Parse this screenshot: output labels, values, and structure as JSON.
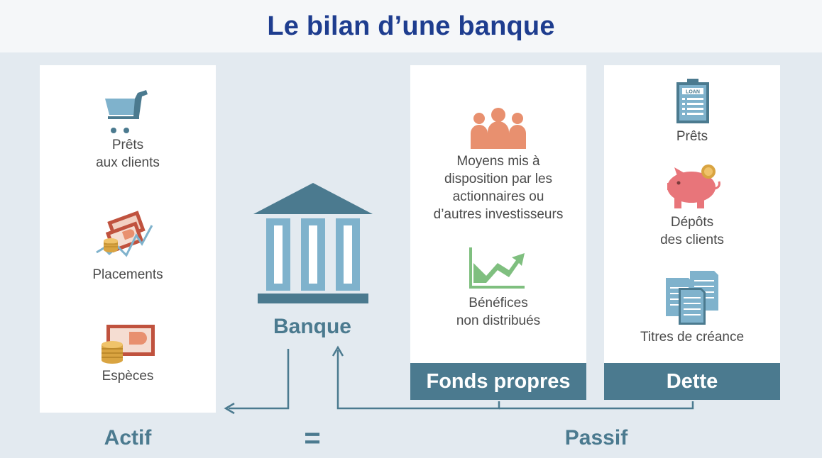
{
  "title": "Le bilan d’une banque",
  "actif": {
    "items": [
      {
        "label": "Prêts\naux clients",
        "icon": "shopping-cart-icon"
      },
      {
        "label": "Placements",
        "icon": "investments-icon"
      },
      {
        "label": "Espèces",
        "icon": "cash-coins-icon"
      }
    ]
  },
  "bank": {
    "label": "Banque",
    "icon": "bank-building-icon"
  },
  "fonds_propres": {
    "items": [
      {
        "label": "Moyens mis à\ndisposition par les\nactionnaires ou\nd’autres investisseurs",
        "icon": "people-group-icon"
      },
      {
        "label": "Bénéfices\nnon distribués",
        "icon": "rising-chart-icon"
      }
    ],
    "footer": "Fonds propres"
  },
  "dette": {
    "items": [
      {
        "label": "Prêts",
        "icon": "loan-clipboard-icon"
      },
      {
        "label": "Dépôts\ndes clients",
        "icon": "piggy-bank-icon"
      },
      {
        "label": "Titres de créance",
        "icon": "documents-icon"
      }
    ],
    "footer": "Dette"
  },
  "loan_icon_text": "LOAN",
  "bottom": {
    "actif": "Actif",
    "equals": "=",
    "passif": "Passif"
  },
  "colors": {
    "title": "#1e3d8f",
    "accent": "#4b7a8f",
    "background": "#e3eaf0",
    "panel": "#ffffff",
    "salmon": "#e8906f",
    "gold": "#d9a441",
    "green": "#7fbf7f",
    "light_blue": "#7fb2cc"
  }
}
